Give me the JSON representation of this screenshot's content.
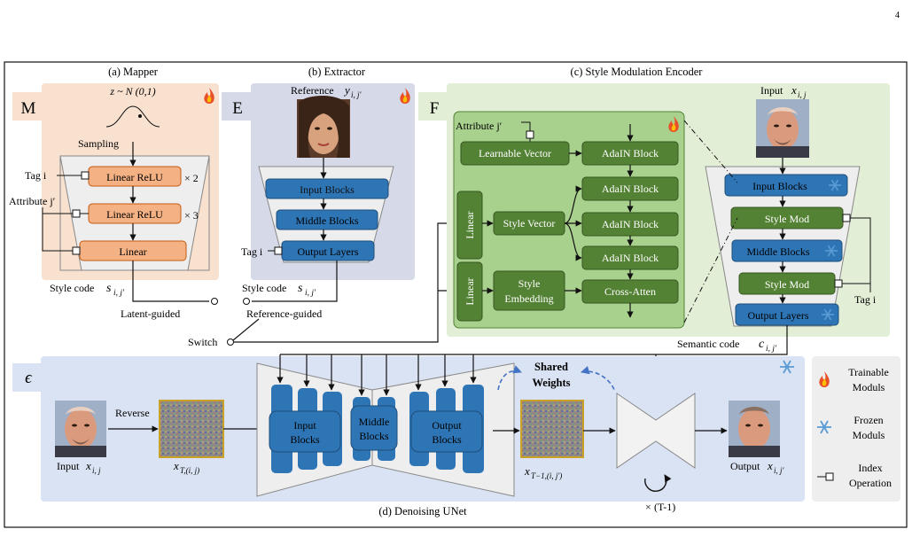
{
  "page_number": "4",
  "panels": {
    "mapper": {
      "caption": "(a) Mapper",
      "letter": "M",
      "noise_formula": "z ~ N (0,1)",
      "sampling": "Sampling",
      "tag": "Tag i",
      "attribute": "Attribute j′",
      "block1": "Linear ReLU",
      "block1_rep": "× 2",
      "block2": "Linear ReLU",
      "block2_rep": "× 3",
      "block3": "Linear",
      "style_code": "Style code",
      "style_code_math": "s",
      "style_code_sub": "i, j′"
    },
    "extractor": {
      "caption": "(b) Extractor",
      "letter": "E",
      "reference": "Reference",
      "reference_math": "y",
      "reference_sub": "i, j′",
      "block1": "Input Blocks",
      "block2": "Middle Blocks",
      "block3": "Output Layers",
      "tag": "Tag i",
      "style_code": "Style code",
      "style_code_math": "s",
      "style_code_sub": "i, j′",
      "reference_guided": "Reference-guided"
    },
    "encoder": {
      "caption": "(c) Style Modulation Encoder",
      "letter": "F",
      "attribute": "Attribute j′",
      "learnable_vector": "Learnable Vector",
      "adain": "AdaIN Block",
      "linear": "Linear",
      "style_vector": "Style Vector",
      "style_embedding_1": "Style",
      "style_embedding_2": "Embedding",
      "cross_atten": "Cross-Atten",
      "input_label": "Input",
      "input_math": "x",
      "input_sub": "i, j",
      "input_blocks": "Input Blocks",
      "style_mod": "Style Mod",
      "middle_blocks": "Middle Blocks",
      "output_layers": "Output Layers",
      "tag": "Tag i",
      "semantic_code": "Semantic code",
      "semantic_math": "c",
      "semantic_sub": "i, j′"
    },
    "switch": {
      "latent_guided": "Latent-guided",
      "switch_label": "Switch"
    },
    "unet": {
      "caption": "(d) Denoising UNet",
      "letter": "ϵ",
      "input_label": "Input",
      "input_math": "x",
      "input_sub": "i, j",
      "reverse": "Reverse",
      "xt_math": "x",
      "xt_sub": "T,(i, j)",
      "input_blocks_1": "Input",
      "input_blocks_2": "Blocks",
      "middle_blocks_1": "Middle",
      "middle_blocks_2": "Blocks",
      "output_blocks_1": "Output",
      "output_blocks_2": "Blocks",
      "shared_1": "Shared",
      "shared_2": "Weights",
      "xt1_math": "x",
      "xt1_sub": "T−1,(i, j′)",
      "loop": "(T-1)",
      "output_label": "Output",
      "output_math": "x",
      "output_sub": "i, j′"
    }
  },
  "legend": {
    "trainable_1": "Trainable",
    "trainable_2": "Moduls",
    "frozen_1": "Frozen",
    "frozen_2": "Moduls",
    "index_1": "Index",
    "index_2": "Operation"
  },
  "colors": {
    "mapper_bg": "#f9e1cf",
    "extractor_bg": "#d5d9e8",
    "encoder_bg": "#e2efd6",
    "encoder_inner": "#a9d18e",
    "green_block": "#548235",
    "blue_block": "#2e75b6",
    "orange_block": "#f4b183",
    "unet_bg": "#dae3f3",
    "legend_bg": "#eeeeee",
    "dash_arrow": "#4472c4"
  },
  "icons": [
    "fire-icon",
    "snowflake-icon",
    "index-operation-icon",
    "loop-arrow-icon"
  ]
}
